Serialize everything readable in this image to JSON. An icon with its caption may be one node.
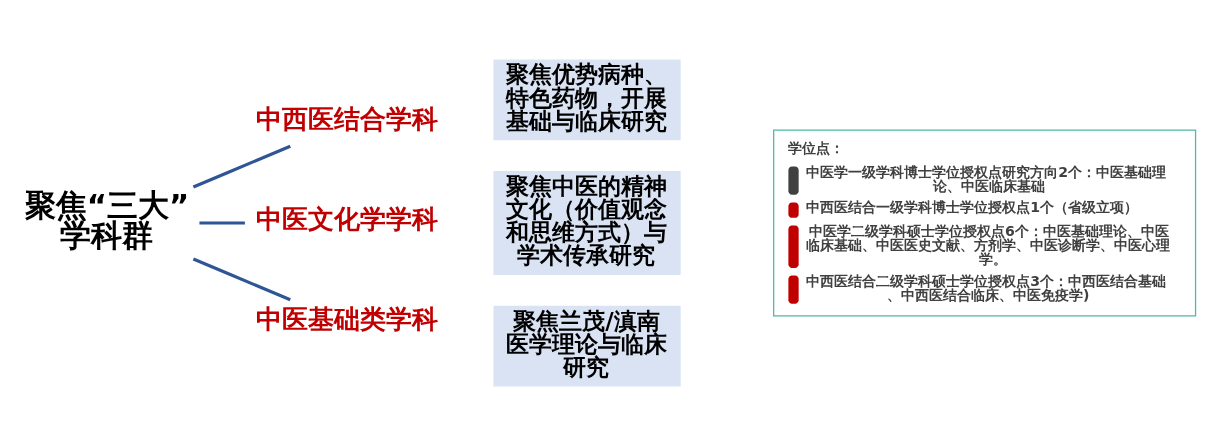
{
  "diagram": {
    "nodes": [
      {
        "text": [
          "聚焦“三大”学科群"
        ]
      },
      {
        "text": [
          "中西医结合学科"
        ]
      },
      {
        "text": [
          "聚焦优势病种、特色药物，开展基础与临床研究"
        ]
      },
      {
        "text": [
          "中医文化学学科"
        ]
      },
      {
        "text": [
          "聚焦中医的精神文化（价值观念和思维方式）与学术传承研究"
        ]
      },
      {
        "text": [
          "中医基础类学科"
        ]
      },
      {
        "text": [
          "聚焦兰茂/滇南医学理论与临床研究"
        ]
      },
      {
        "text": [
          "学位点：",
          "中医学一级学科博士学位授权点研究方向2个：中医基础理论、中医临床基础",
          "中西医结合一级学科博士学位授权点1个（省级立项）",
          "中医学二级学科硕士学位授权点6个：中医基础理论、中医临床基础、中医医史文献、方剂学、中医诊断学、中医心理学。",
          "中西医结合二级学科硕士学位授权点3个：中西医结合基础、中西医结合临床、中医免疫学)"
        ]
      }
    ],
    "edges": [
      {
        "from": 0,
        "to": 1,
        "arrow": "none"
      },
      {
        "from": 0,
        "to": 3,
        "arrow": "none"
      },
      {
        "from": 0,
        "to": 5,
        "arrow": "none"
      }
    ]
  }
}
